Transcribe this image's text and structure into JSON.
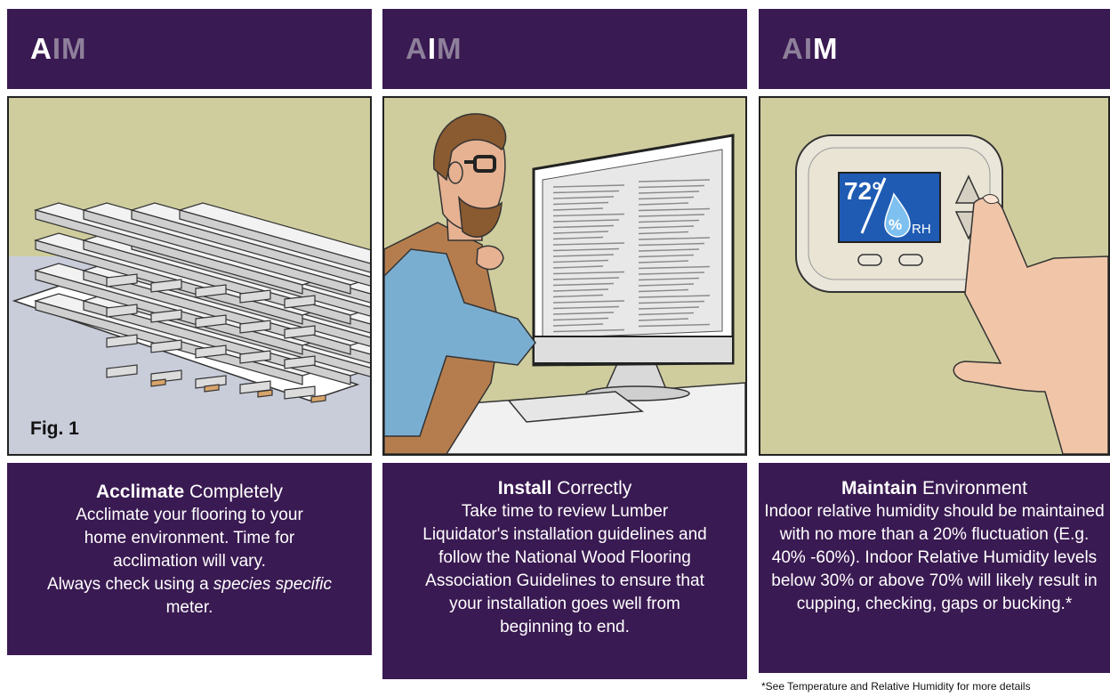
{
  "panels": [
    {
      "header": {
        "letters": [
          "A",
          "I",
          "M"
        ],
        "active": 0
      },
      "figure_label": "Fig. 1",
      "title_bold": "Acclimate",
      "title_rest": " Completely",
      "body_lines": [
        "Acclimate your flooring to your",
        "home environment. Time for",
        "acclimation will vary.",
        "Always check using a "
      ],
      "body_italic": "species specific",
      "body_end": " meter."
    },
    {
      "header": {
        "letters": [
          "A",
          "I",
          "M"
        ],
        "active": 1
      },
      "title_bold": "Install",
      "title_rest": " Correctly",
      "body": "Take time to review Lumber Liquidator's installation guidelines and follow the National Wood Flooring Association Guidelines to ensure that your installation goes well from beginning to end."
    },
    {
      "header": {
        "letters": [
          "A",
          "I",
          "M"
        ],
        "active": 2
      },
      "thermostat": {
        "temp": "72°",
        "percent": "%",
        "rh": "RH"
      },
      "title_bold": "Maintain",
      "title_rest": " Environment",
      "body": "Indoor relative humidity should be maintained with no more than a 20% fluctuation (E.g. 40% -60%). Indoor Relative Humidity levels below 30% or above 70% will likely result in cupping, checking, gaps or bucking.*"
    }
  ],
  "footnote": "*See Temperature and Relative Humidity for more details",
  "colors": {
    "brand_purple": "#3a1a52",
    "muted_letter": "#8e7f9b",
    "panel_green": "#cfcd9e",
    "floor_blue": "#c9ccd9"
  }
}
